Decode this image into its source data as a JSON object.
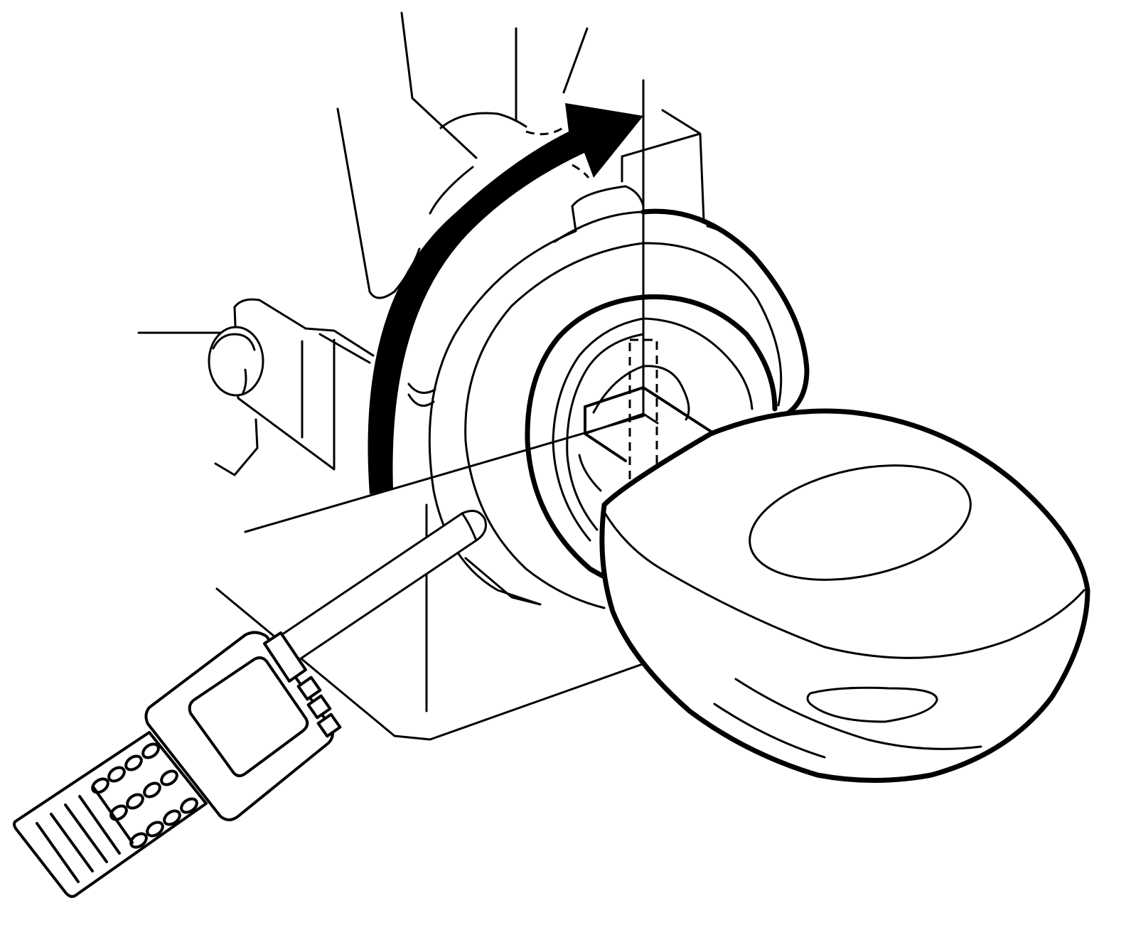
{
  "figure": {
    "background": "#ffffff",
    "ink": "#000000",
    "elements": [
      "ignition-lock-housing",
      "key-cylinder",
      "ignition-key",
      "rotation-arrow",
      "diagnostic-scan-tool",
      "probe-rod"
    ]
  }
}
